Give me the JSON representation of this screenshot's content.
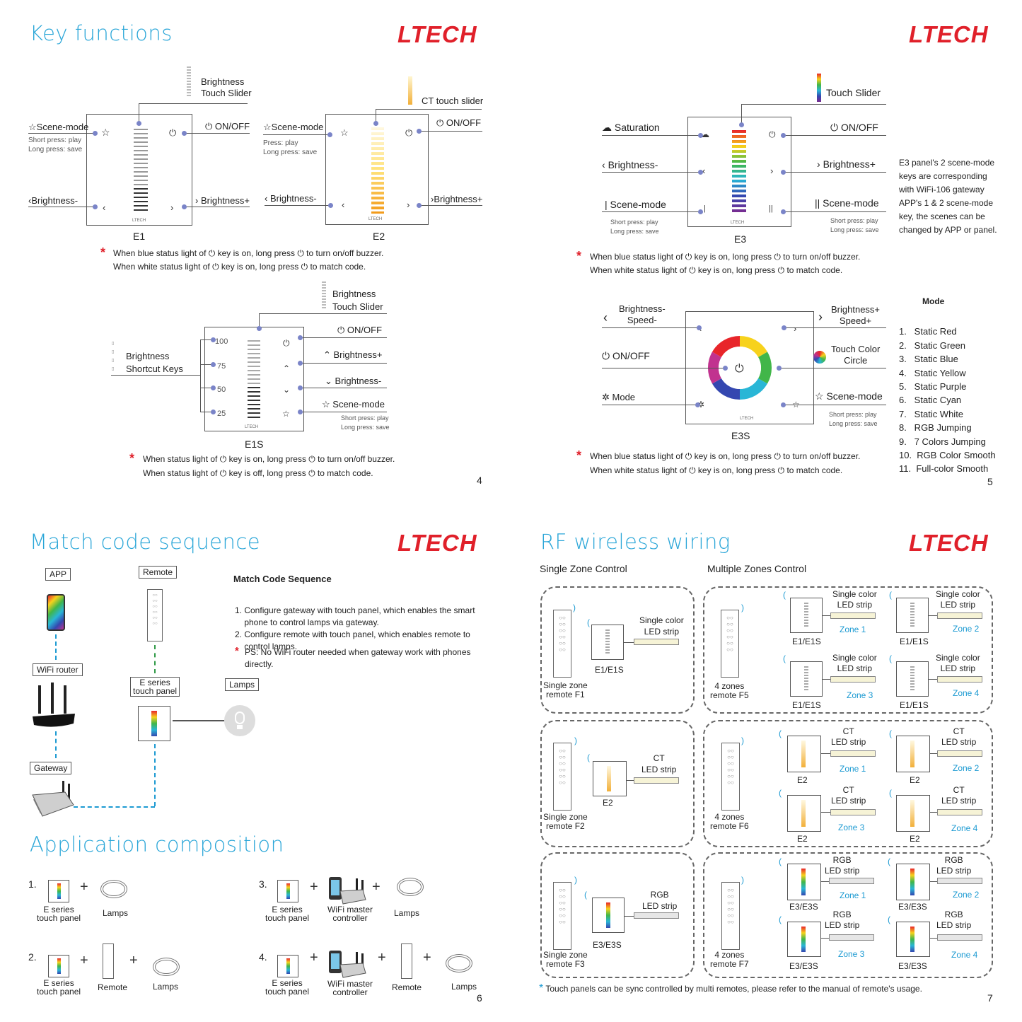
{
  "brand": "LTECH",
  "page4": {
    "title": "Key functions",
    "page_number": "4",
    "e1": {
      "name": "E1",
      "slider_l1": "Brightness",
      "slider_l2": "Touch Slider",
      "scene": "Scene-mode",
      "scene_short": "Short press: play",
      "scene_long": "Long press: save",
      "onoff": "ON/OFF",
      "bminus": "Brightness-",
      "bplus": "Brightness+"
    },
    "e2": {
      "name": "E2",
      "slider": "CT touch slider",
      "scene": "Scene-mode",
      "scene_short": "Press: play",
      "scene_long": "Long press: save",
      "onoff": "ON/OFF",
      "bminus": "Brightness-",
      "bplus": "Brightness+"
    },
    "note1_a": "When blue status light of",
    "note1_b": "key is on, long press",
    "note1_c": "to turn on/off buzzer.",
    "note2_a": "When white status light of",
    "note2_b": "key is on, long press",
    "note2_c": "to match code.",
    "e1s": {
      "name": "E1S",
      "slider_l1": "Brightness",
      "slider_l2": "Touch Slider",
      "short_l1": "Brightness",
      "short_l2": "Shortcut Keys",
      "onoff": "ON/OFF",
      "bplus": "Brightness+",
      "bminus": "Brightness-",
      "scene": "Scene-mode",
      "scene_short": "Short press: play",
      "scene_long": "Long press: save",
      "keys": [
        "100",
        "75",
        "50",
        "25"
      ]
    },
    "note3_a": "When status light of",
    "note3_b": "key is on, long press",
    "note3_c": "to turn on/off buzzer.",
    "note4_a": "When status light of",
    "note4_b": "key is off, long press",
    "note4_c": "to match code."
  },
  "page5": {
    "page_number": "5",
    "e3": {
      "name": "E3",
      "slider": "Touch Slider",
      "saturation": "Saturation",
      "onoff": "ON/OFF",
      "bminus": "Brightness-",
      "bplus": "Brightness+",
      "scene1": "Scene-mode",
      "scene2": "Scene-mode",
      "short": "Short press: play",
      "long": "Long press: save",
      "desc": [
        "E3 panel's 2 scene-mode",
        "keys are corresponding",
        "with WiFi-106 gateway",
        "APP's 1 & 2 scene-mode",
        "key, the scenes can be",
        "changed by APP or panel."
      ]
    },
    "note1_a": "When blue status light of",
    "note1_b": "key is on, long press",
    "note1_c": "to turn on/off buzzer.",
    "note2_a": "When white status light of",
    "note2_b": "key is on, long press",
    "note2_c": "to match code.",
    "e3s": {
      "name": "E3S",
      "bspeed_minus_1": "Brightness-",
      "bspeed_minus_2": "Speed-",
      "bspeed_plus_1": "Brightness+",
      "bspeed_plus_2": "Speed+",
      "onoff": "ON/OFF",
      "mode": "Mode",
      "circle_1": "Touch Color",
      "circle_2": "Circle",
      "scene": "Scene-mode",
      "short": "Short press: play",
      "long": "Long press: save"
    },
    "note3_a": "When blue status light of",
    "note3_b": "key is on, long press",
    "note3_c": "to turn on/off buzzer.",
    "note4_a": "When white status light of",
    "note4_b": "key is on, long press",
    "note4_c": "to match code.",
    "mode_title": "Mode",
    "modes": [
      "1.   Static Red",
      "2.   Static Green",
      "3.   Static Blue",
      "4.   Static Yellow",
      "5.   Static Purple",
      "6.   Static Cyan",
      "7.   Static White",
      "8.   RGB Jumping",
      "9.   7 Colors Jumping",
      "10.  RGB Color Smooth",
      "11.  Full-color Smooth"
    ]
  },
  "page6": {
    "title": "Match code sequence",
    "page_number": "6",
    "app": "APP",
    "remote": "Remote",
    "wifi_router": "WiFi router",
    "gateway": "Gateway",
    "eseries_1": "E series",
    "eseries_2": "touch panel",
    "lamps": "Lamps",
    "seq_title": "Match Code Sequence",
    "seq": [
      "1. Configure gateway with touch panel, which enables the smart",
      "    phone to control lamps via gateway.",
      "2. Configure remote with touch panel, which enables remote to",
      "    control lamps."
    ],
    "ps_1": "PS: No WiFi router needed when gateway work with phones",
    "ps_2": "directly.",
    "app_title": "Application composition",
    "compositions": [
      {
        "num": "1.",
        "items": [
          "E series touch panel",
          "Lamps"
        ]
      },
      {
        "num": "2.",
        "items": [
          "E series touch panel",
          "Remote",
          "Lamps"
        ]
      },
      {
        "num": "3.",
        "items": [
          "E series touch panel",
          "WiFi master controller",
          "Lamps"
        ]
      },
      {
        "num": "4.",
        "items": [
          "E series touch panel",
          "WiFi master controller",
          "Remote",
          "Lamps"
        ]
      }
    ],
    "lbl_e1": "E series",
    "lbl_e2": "touch panel",
    "lbl_wifi1": "WiFi master",
    "lbl_wifi2": "controller",
    "lbl_remote": "Remote",
    "lbl_lamps": "Lamps",
    "plus": "+"
  },
  "page7": {
    "title": "RF wireless wiring",
    "page_number": "7",
    "single": "Single Zone Control",
    "multi": "Multiple Zones Control",
    "rows": [
      {
        "single_remote_1": "Single zone",
        "single_remote_2": "remote F1",
        "single_panel": "E1/E1S",
        "single_strip_1": "Single color",
        "single_strip_2": "LED strip",
        "multi_remote_1": "4 zones",
        "multi_remote_2": "remote F5",
        "strip_1": "Single color",
        "strip_2": "LED strip",
        "panel": "E1/E1S",
        "zones": [
          "Zone 1",
          "Zone 2",
          "Zone 3",
          "Zone 4"
        ]
      },
      {
        "single_remote_1": "Single zone",
        "single_remote_2": "remote F2",
        "single_panel": "E2",
        "single_strip_1": "CT",
        "single_strip_2": "LED strip",
        "multi_remote_1": "4 zones",
        "multi_remote_2": "remote F6",
        "strip_1": "CT",
        "strip_2": "LED strip",
        "panel": "E2",
        "zones": [
          "Zone 1",
          "Zone 2",
          "Zone 3",
          "Zone 4"
        ]
      },
      {
        "single_remote_1": "Single zone",
        "single_remote_2": "remote F3",
        "single_panel": "E3/E3S",
        "single_strip_1": "RGB",
        "single_strip_2": "LED strip",
        "multi_remote_1": "4 zones",
        "multi_remote_2": "remote F7",
        "strip_1": "RGB",
        "strip_2": "LED strip",
        "panel": "E3/E3S",
        "zones": [
          "Zone 1",
          "Zone 2",
          "Zone 3",
          "Zone 4"
        ]
      }
    ],
    "footnote": "Touch panels can be sync controlled by multi remotes, please refer to the manual of remote's usage."
  },
  "colors": {
    "title_blue": "#2aa6d8",
    "brand_red": "#e0202a",
    "zone_blue": "#1c9ad2",
    "dot": "#7a84c8"
  }
}
